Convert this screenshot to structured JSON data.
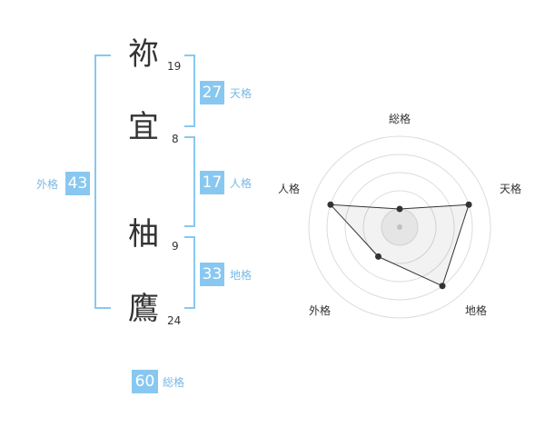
{
  "name_chars": [
    {
      "char": "祢",
      "strokes": "19"
    },
    {
      "char": "宜",
      "strokes": "8"
    },
    {
      "char": "柚",
      "strokes": "9"
    },
    {
      "char": "鷹",
      "strokes": "24"
    }
  ],
  "fortunes": {
    "tenkaku": {
      "value": "27",
      "label": "天格"
    },
    "jinkaku": {
      "value": "17",
      "label": "人格"
    },
    "chikaku": {
      "value": "33",
      "label": "地格"
    },
    "gaikaku": {
      "value": "43",
      "label": "外格"
    },
    "soukaku": {
      "value": "60",
      "label": "総格"
    }
  },
  "radar": {
    "axes": [
      "総格",
      "天格",
      "地格",
      "外格",
      "人格"
    ],
    "levels": [
      1,
      4,
      4,
      2,
      4
    ],
    "max": 5,
    "accent_color": "#88c8f0",
    "line_color": "#333333"
  }
}
